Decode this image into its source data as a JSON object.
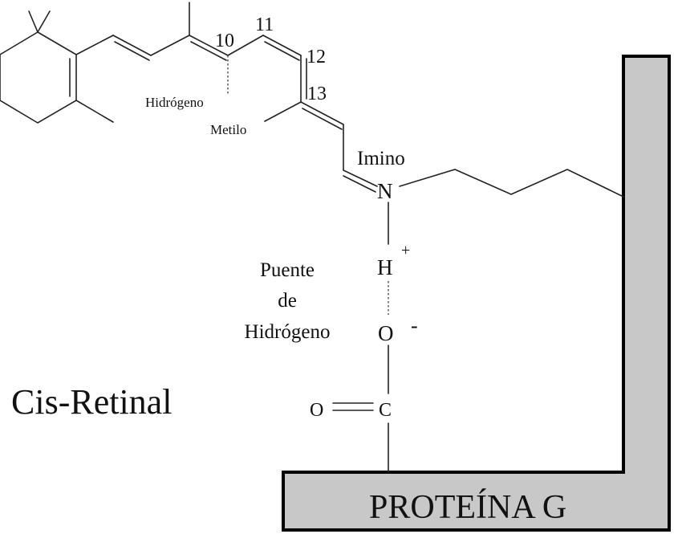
{
  "diagram": {
    "title": "Cis-Retinal",
    "protein_label": "PROTEÍNA G",
    "carbon_labels": {
      "c10": "10",
      "c11": "11",
      "c12": "12",
      "c13": "13"
    },
    "group_labels": {
      "hydrogen": "Hidrógeno",
      "methyl": "Metilo",
      "imino": "Imino"
    },
    "atoms": {
      "nitrogen": "N",
      "hydrogen": "H",
      "hydrogen_charge": "+",
      "oxygen_ion": "O",
      "oxygen_charge": "-",
      "oxygen": "O",
      "carbon": "C"
    },
    "hbond_label": {
      "line1": "Puente",
      "line2": "de",
      "line3": "Hidrógeno"
    }
  },
  "colors": {
    "protein_fill": "#c8c8c8",
    "protein_stroke": "#000000",
    "bond": "#222222",
    "text": "#111111"
  }
}
